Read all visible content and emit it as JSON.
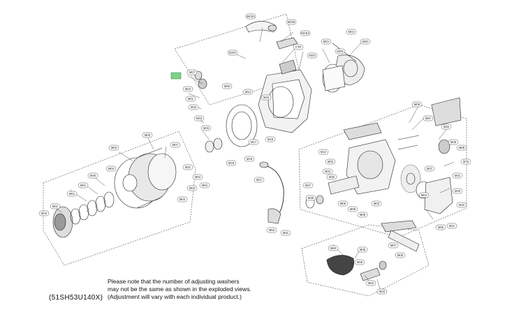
{
  "diagram": {
    "model_code": "(51SH53U140X)",
    "note_lines": [
      "Please note that the number of adjusting washers",
      "may not be the same as shown in the exploded views.",
      "(Adjustment will vary with each individual product.)"
    ],
    "highlight_color": "#7fce8a",
    "line_color": "#222222",
    "part_labels": [
      "MJ07",
      "MCE1",
      "M025",
      "MCE2",
      "CTP",
      "MOV",
      "MOJ",
      "MOJ",
      "MO2",
      "MOS",
      "M07",
      "M03",
      "M01",
      "M32",
      "MO2",
      "M26",
      "M03",
      "M03",
      "M07",
      "M04",
      "M40",
      "M01",
      "M01",
      "M01",
      "M34",
      "M31",
      "M04",
      "M03",
      "M04",
      "M04",
      "M06",
      "M12",
      "M15",
      "M17",
      "M19",
      "M18",
      "M16",
      "M27",
      "M31",
      "M63",
      "M12",
      "M03",
      "M34",
      "M35",
      "M27",
      "M30",
      "M08",
      "M09",
      "M03",
      "M08",
      "M05",
      "M57",
      "M32",
      "M05",
      "M08",
      "M75",
      "M31",
      "M46",
      "M20",
      "M55",
      "M60",
      "M05",
      "M06",
      "M02",
      "M33",
      "M07",
      "M06",
      "M04",
      "M37",
      "M31"
    ]
  }
}
